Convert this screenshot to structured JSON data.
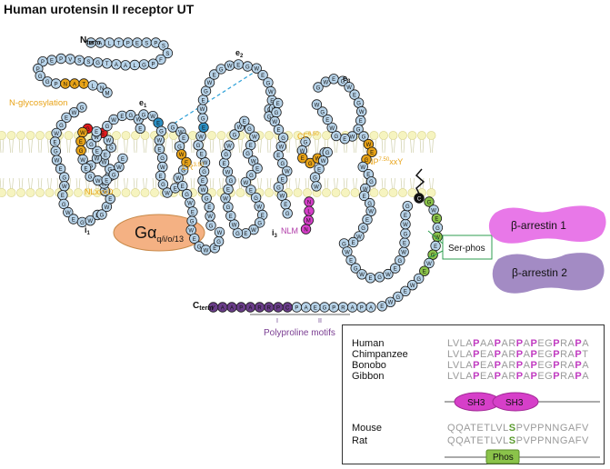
{
  "title": "Human urotensin II receptor UT",
  "labels": {
    "nterm_main": "N",
    "nterm_sub": "term",
    "cterm_main": "C",
    "cterm_sub": "term",
    "e1": "e",
    "e1_sub": "1",
    "e2": "e",
    "e2_sub": "2",
    "e3": "e",
    "e3_sub": "3",
    "i1": "i",
    "i1_sub": "1",
    "i3": "i",
    "i3_sub": "3",
    "nlm": "NLM",
    "n_glyc": "N-glycosylation",
    "nlxxxd": "NLxxxD",
    "er": "ER",
    "er_sup": "3.50",
    "cf": "CF",
    "cf_sup": "6.50",
    "npxxy_pre": "NP",
    "npxxy_sup": "7.50",
    "npxxy_post": "xxY",
    "galpha": "Gα",
    "galpha_sub": "q/i/o/13",
    "ser_phos": "Ser-phos",
    "barr1": "β-arrestin 1",
    "barr2": "β-arrestin 2",
    "pp_motifs": "Polyproline motifs",
    "pp_i": "I",
    "pp_ii": "II",
    "c_bead": "C"
  },
  "nterm_seq": "MALTPESPSSFPGLAATGSSVPEPPGGPNATLN",
  "cterm_seq": "APARPGEAPCPRRAPAAYQSKRSTV",
  "alignment": {
    "group1": [
      {
        "species": "Human",
        "seq": "LVLAPAAPARPAPEGPRAPA"
      },
      {
        "species": "Chimpanzee",
        "seq": "LVLAPEAPARPAPEGPRAPT"
      },
      {
        "species": "Bonobo",
        "seq": "LVLAPEAPARPAPEGPRAPA"
      },
      {
        "species": "Gibbon",
        "seq": "LVLAPEAPARPAPEGPRAPA"
      }
    ],
    "sh3_label": "SH3",
    "group2": [
      {
        "species": "Mouse",
        "seq": "QQATETLVLSPVPPNNGAFV"
      },
      {
        "species": "Rat",
        "seq": "QQATETLVLSPVPPNNGAFV"
      }
    ],
    "phos_label": "Phos"
  },
  "colors": {
    "bead": "#b8d4ea",
    "bead_stroke": "#1a1a1a",
    "membrane_head": "#f6f4c0",
    "glyc": "#e8a317",
    "motif": "#e8a317",
    "cys": "#2a8fc4",
    "asp": "#e31a1c",
    "magenta": "#d63fc9",
    "ser": "#8bc34a",
    "purple": "#6a3d8a",
    "galpha": "#f4b183",
    "barr1": "#e878e8",
    "barr2": "#a38bc4",
    "aln_grey": "#9a9a9a",
    "aln_magenta": "#c13cc1",
    "aln_green": "#5b9b2f"
  }
}
